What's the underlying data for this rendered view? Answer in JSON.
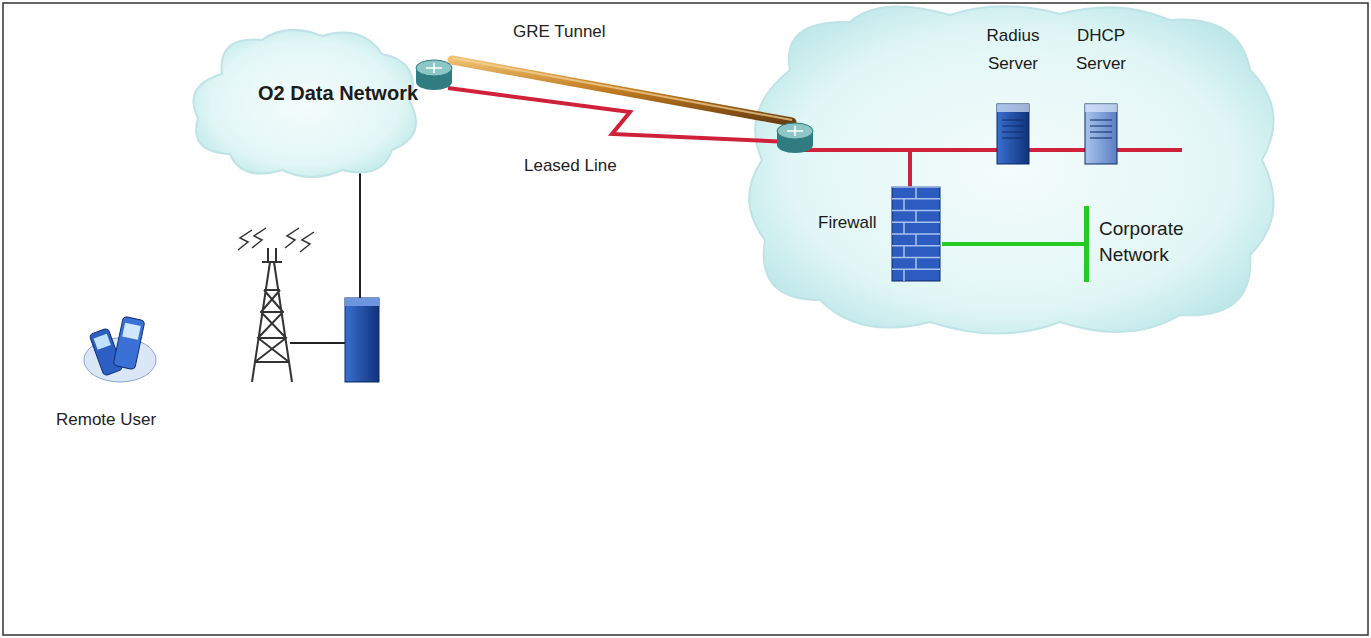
{
  "diagram": {
    "nodes": [
      {
        "text": [
          "O2 Data Network"
        ]
      },
      {
        "text": [
          "Radius Server"
        ]
      },
      {
        "text": [
          "DHCP Server"
        ]
      },
      {
        "text": [
          "Firewall"
        ]
      },
      {
        "text": [
          "Corporate Network"
        ]
      }
    ],
    "edges": [
      {
        "from": 3,
        "to": 4,
        "arrow": "none"
      }
    ],
    "labels": [
      "GRE Tunnel",
      "Leased Line",
      "Remote User"
    ]
  }
}
